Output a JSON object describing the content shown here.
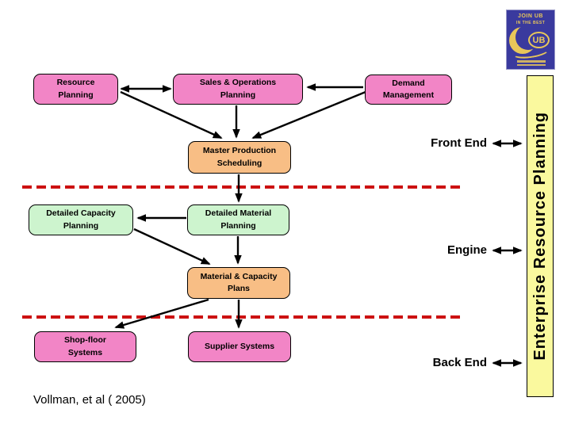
{
  "colors": {
    "box-pink": "#F285C6",
    "box-orange": "#F8BE85",
    "box-green": "#CDF4CE",
    "bar-yellow": "#FAF99E",
    "dash-red": "#CC1111",
    "logo-blue": "#3A3A9E",
    "logo-gold": "#E8C75A"
  },
  "boxes": {
    "resource_planning": {
      "label": "Resource\nPlanning"
    },
    "sales_operations": {
      "label": "Sales & Operations\nPlanning"
    },
    "demand_management": {
      "label": "Demand\nManagement"
    },
    "master_production": {
      "label": "Master Production\nScheduling"
    },
    "detailed_capacity": {
      "label": "Detailed Capacity\nPlanning"
    },
    "detailed_material": {
      "label": "Detailed Material\nPlanning"
    },
    "material_capacity": {
      "label": "Material & Capacity\nPlans"
    },
    "shop_floor": {
      "label": "Shop-floor\nSystems"
    },
    "supplier_systems": {
      "label": "Supplier Systems"
    }
  },
  "sections": {
    "front_end": "Front End",
    "engine": "Engine",
    "back_end": "Back End"
  },
  "bar": {
    "label": "Enterprise Resource Planning"
  },
  "citation": "Vollman, et al ( 2005)",
  "logo": {
    "join_text": "JOIN UB",
    "tagline": "IN THE BEST",
    "monogram": "UB"
  }
}
